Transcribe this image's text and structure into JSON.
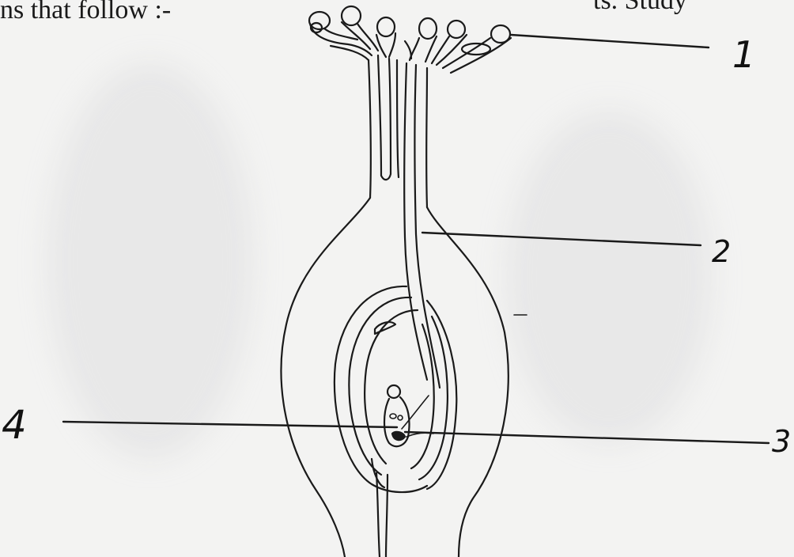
{
  "text": {
    "top_left": "ns that follow :-",
    "top_right": "ts. Study"
  },
  "labels": {
    "one": "1",
    "two": "2",
    "three": "3",
    "four": "4"
  },
  "colors": {
    "ink": "#1a1a1a",
    "paper": "#f3f3f2"
  }
}
